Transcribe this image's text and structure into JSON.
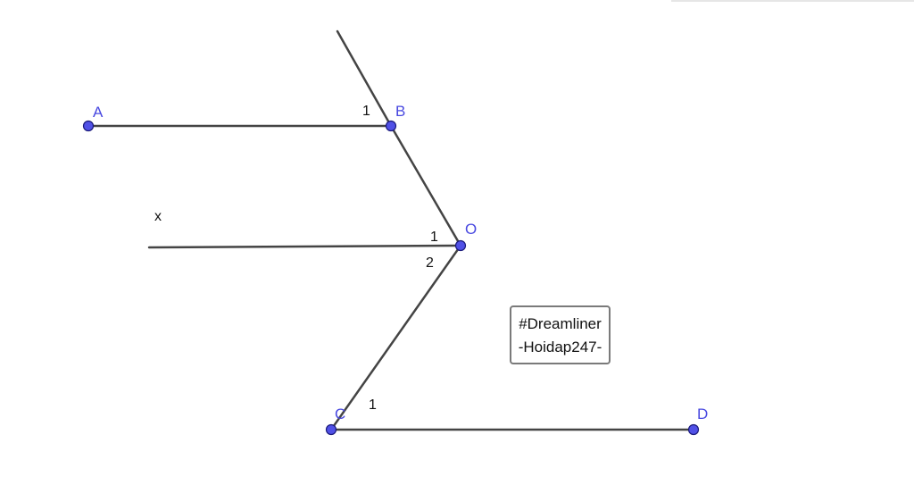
{
  "diagram": {
    "point_color": "#5050e6",
    "label_color": "#4848e0",
    "line_color": "#444444",
    "points": {
      "A": "A",
      "B": "B",
      "O": "O",
      "C": "C",
      "D": "D"
    },
    "ray_label": "x",
    "angle_labels": {
      "b1": "1",
      "o1": "1",
      "o2": "2",
      "c1": "1"
    },
    "watermark": {
      "line1": "#Dreamliner",
      "line2": "-Hoidap247-"
    }
  }
}
